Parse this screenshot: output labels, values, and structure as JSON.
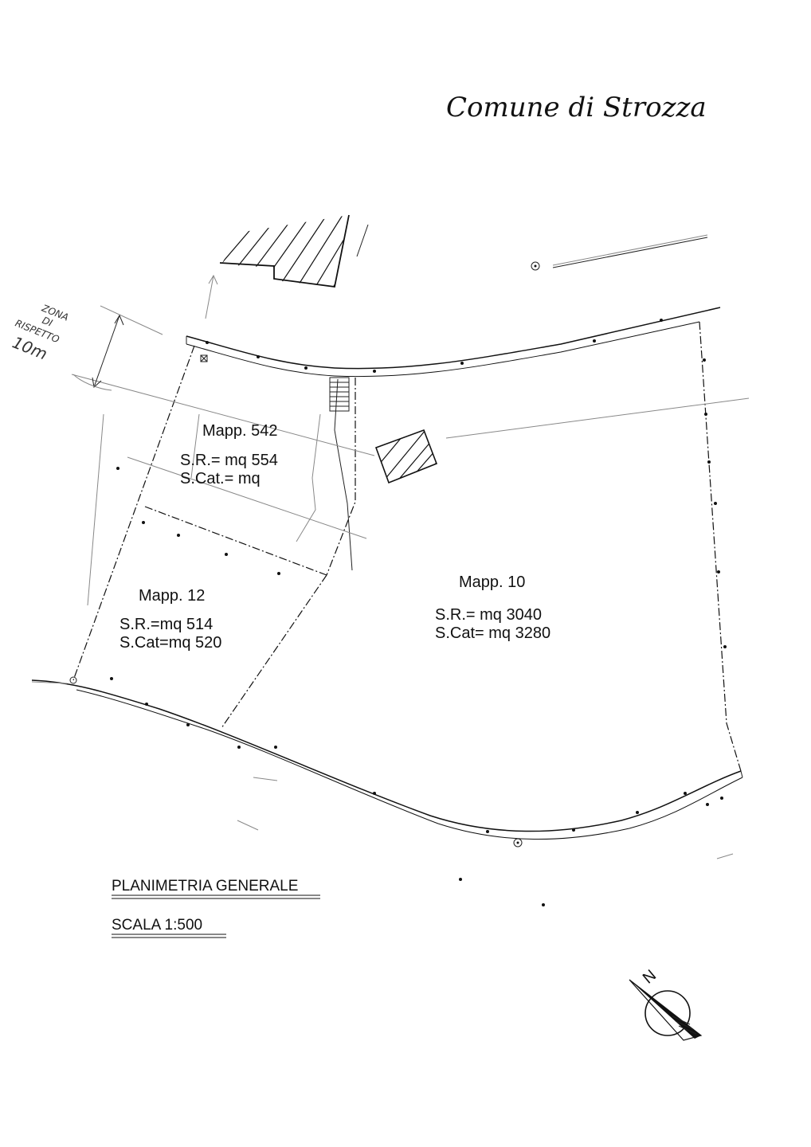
{
  "header": {
    "municipality": "Comune di Strozza"
  },
  "parcels": [
    {
      "label": "Mapp. 542",
      "sr": "S.R.= mq 554",
      "scat": "S.Cat.= mq"
    },
    {
      "label": "Mapp. 12",
      "sr": "S.R.=mq 514",
      "scat": "S.Cat=mq 520"
    },
    {
      "label": "Mapp. 10",
      "sr": "S.R.= mq 3040",
      "scat": "S.Cat= mq 3280"
    }
  ],
  "annotation": {
    "line1": "ZONA",
    "line2": "DI",
    "line3": "RISPETTO",
    "line4": "10m"
  },
  "footer": {
    "title": "PLANIMETRIA GENERALE",
    "scale": "SCALA 1:500"
  },
  "north_arrow": {
    "letter": "N"
  }
}
